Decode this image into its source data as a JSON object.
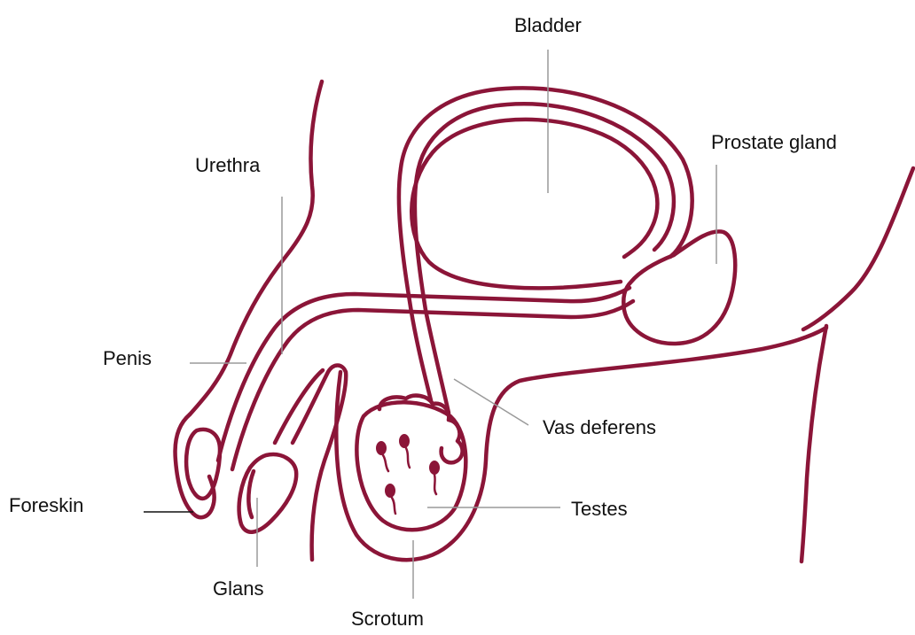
{
  "labels": {
    "bladder": "Bladder",
    "prostate_gland": "Prostate gland",
    "urethra": "Urethra",
    "penis": "Penis",
    "vas_deferens": "Vas deferens",
    "foreskin": "Foreskin",
    "testes": "Testes",
    "glans": "Glans",
    "scrotum": "Scrotum"
  },
  "colors": {
    "anatomy_stroke": "#8b1538",
    "leader_line": "#9a9a9a",
    "text": "#111111"
  }
}
